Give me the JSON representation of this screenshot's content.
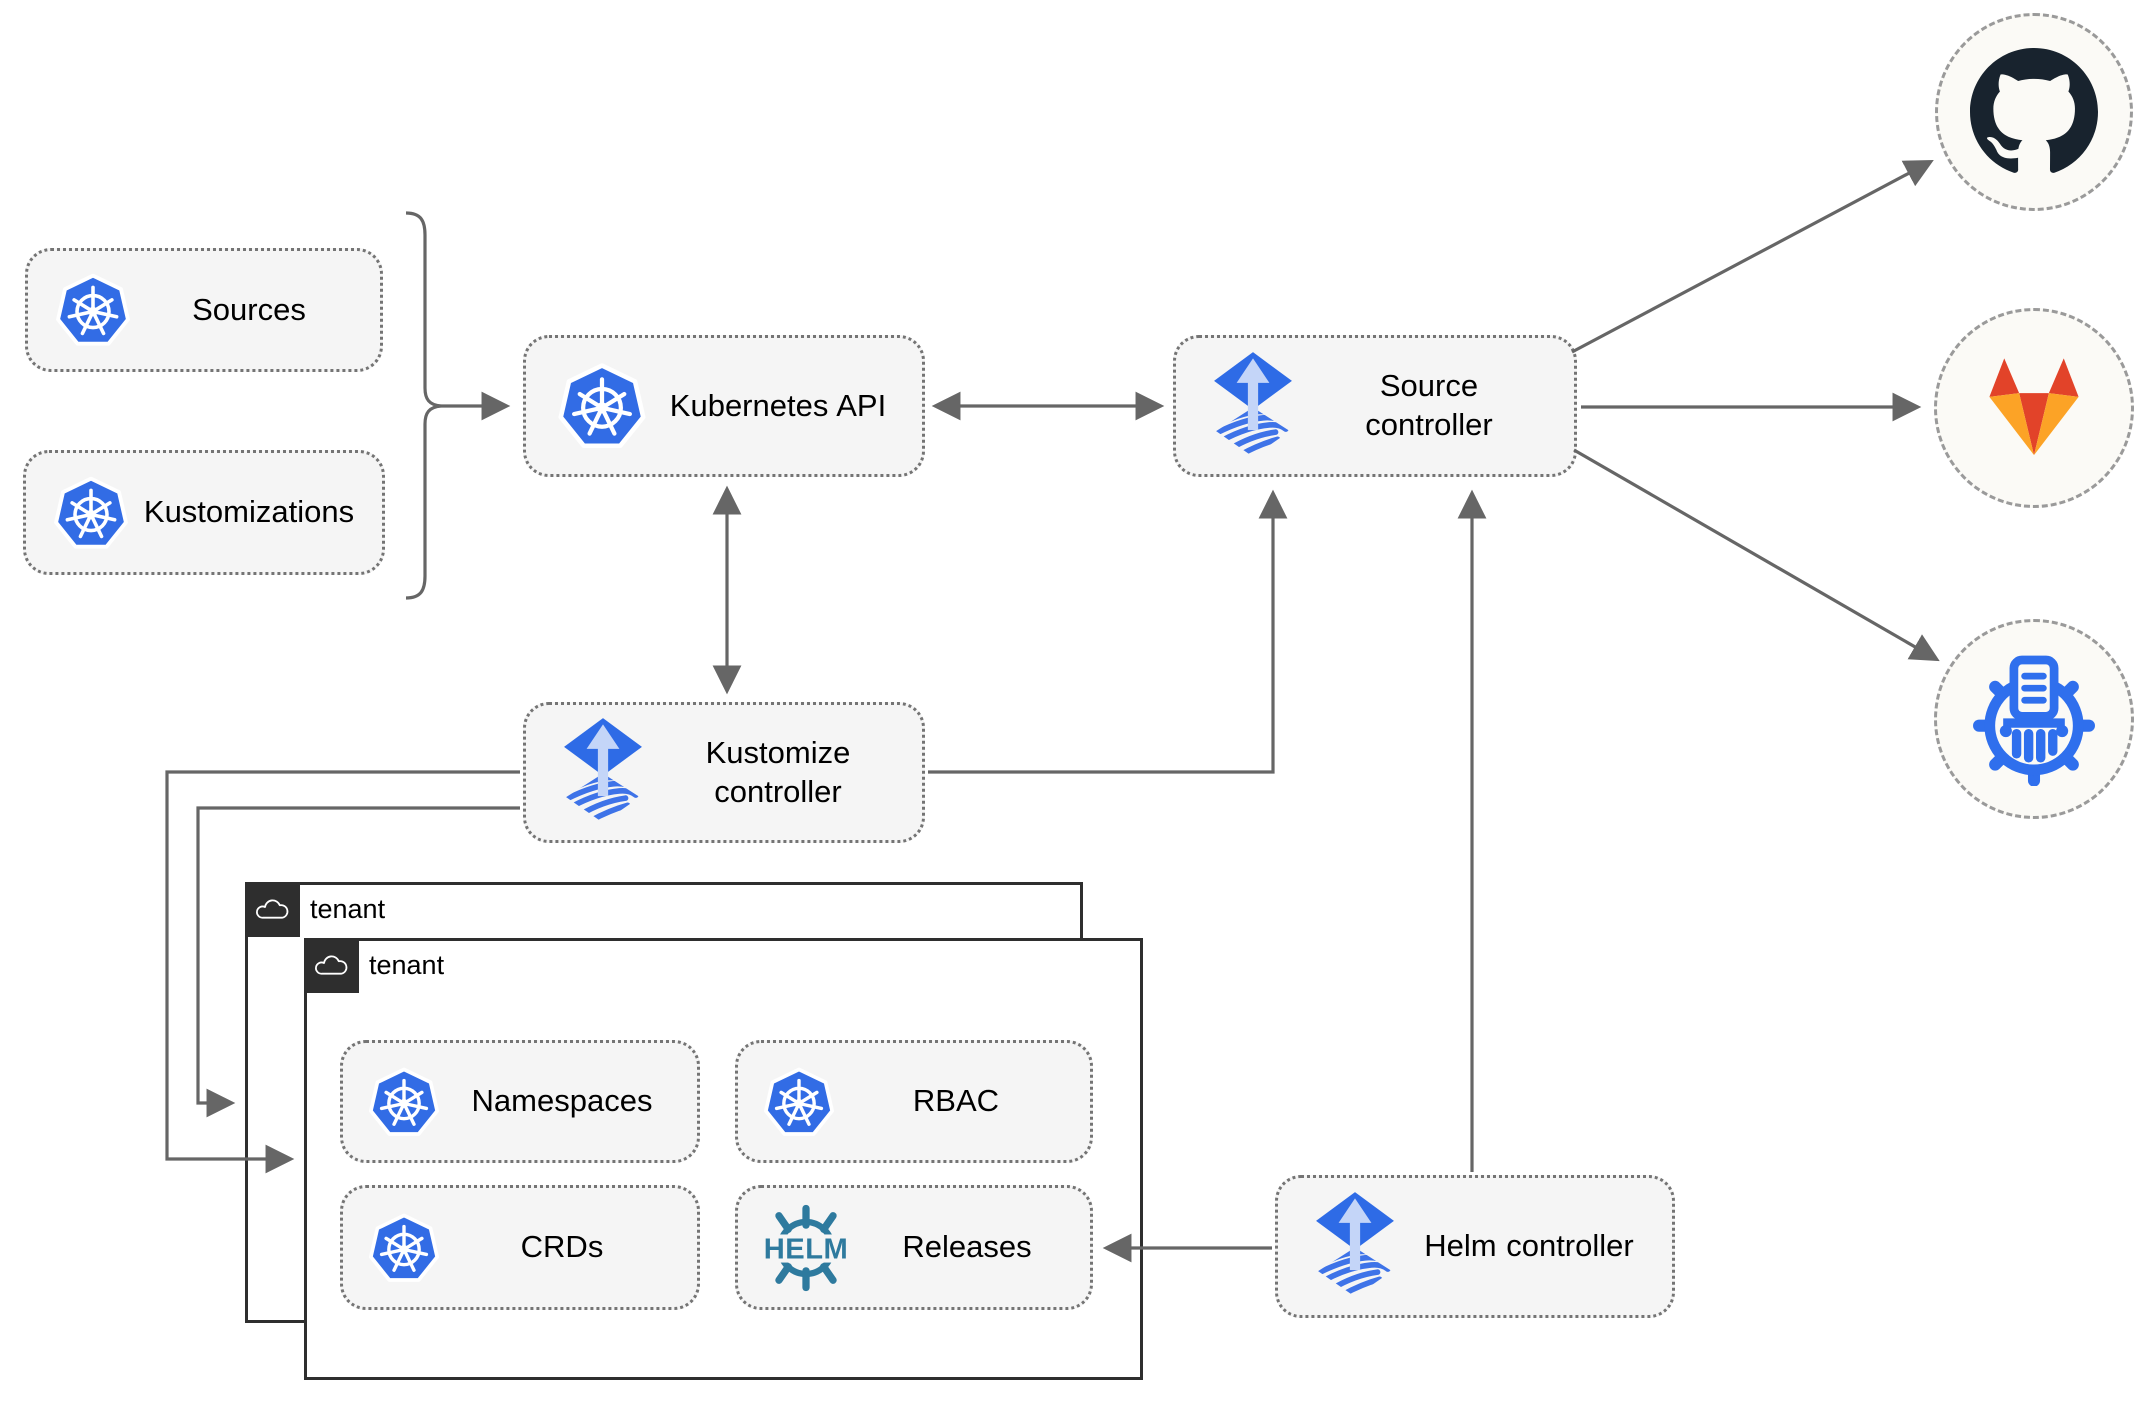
{
  "diagram": {
    "description": "Flux GitOps multi-tenancy architecture diagram",
    "nodes": {
      "sources": {
        "label": "Sources"
      },
      "kustomizations": {
        "label": "Kustomizations"
      },
      "kubernetes_api": {
        "label": "Kubernetes API"
      },
      "source_controller": {
        "label": "Source controller"
      },
      "kustomize_controller": {
        "label": "Kustomize controller"
      },
      "helm_controller": {
        "label": "Helm controller"
      },
      "tenant_back": {
        "label": "tenant"
      },
      "tenant_front": {
        "label": "tenant"
      },
      "namespaces": {
        "label": "Namespaces"
      },
      "rbac": {
        "label": "RBAC"
      },
      "crds": {
        "label": "CRDs"
      },
      "releases": {
        "label": "Releases"
      }
    },
    "badges": {
      "helm_logo_text": "HELM"
    },
    "icons": {
      "kubernetes": "kubernetes-wheel-logo",
      "flux": "flux-diamond-arrow-logo",
      "github": "github-octocat-logo",
      "gitlab": "gitlab-tanuki-logo",
      "oci_shredder": "document-shredder-wheel-logo",
      "helm": "helm-wheel-wordmark",
      "cloud": "tenant-cloud-outline"
    },
    "colors": {
      "kubernetes_blue": "#326ce5",
      "flux_blue": "#2e6be6",
      "flux_light": "#c4d5f8",
      "github_dark": "#18232e",
      "gitlab_dark_orange": "#e24329",
      "gitlab_light_orange": "#fca326",
      "helm_teal": "#2e7a9e",
      "connector_gray": "#666666",
      "node_fill": "#f5f5f5",
      "tenant_border": "#2e2e2e",
      "endpoint_fill": "#fbfaf6"
    }
  }
}
